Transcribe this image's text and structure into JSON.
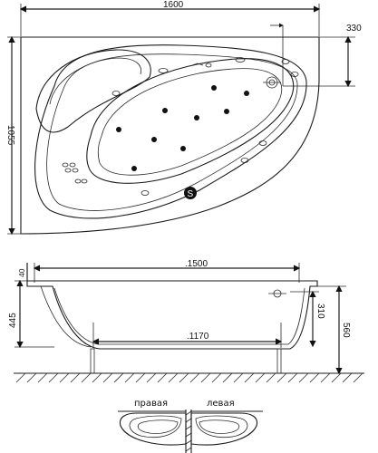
{
  "top_view": {
    "width_label": "1600",
    "depth_label": "1055",
    "offset_label": "330"
  },
  "side_view": {
    "length_label": ".1500",
    "rim_label": "40",
    "height_label": "445",
    "inner_depth_label": "310",
    "total_height_label": "560",
    "bottom_length_label": ".1170"
  },
  "variants": {
    "right_label": "правая",
    "left_label": "левая"
  },
  "colors": {
    "line": "#1b1b1b",
    "background": "#ffffff"
  },
  "icons": {
    "drain": "drain-icon",
    "control": "control-knob-icon"
  }
}
